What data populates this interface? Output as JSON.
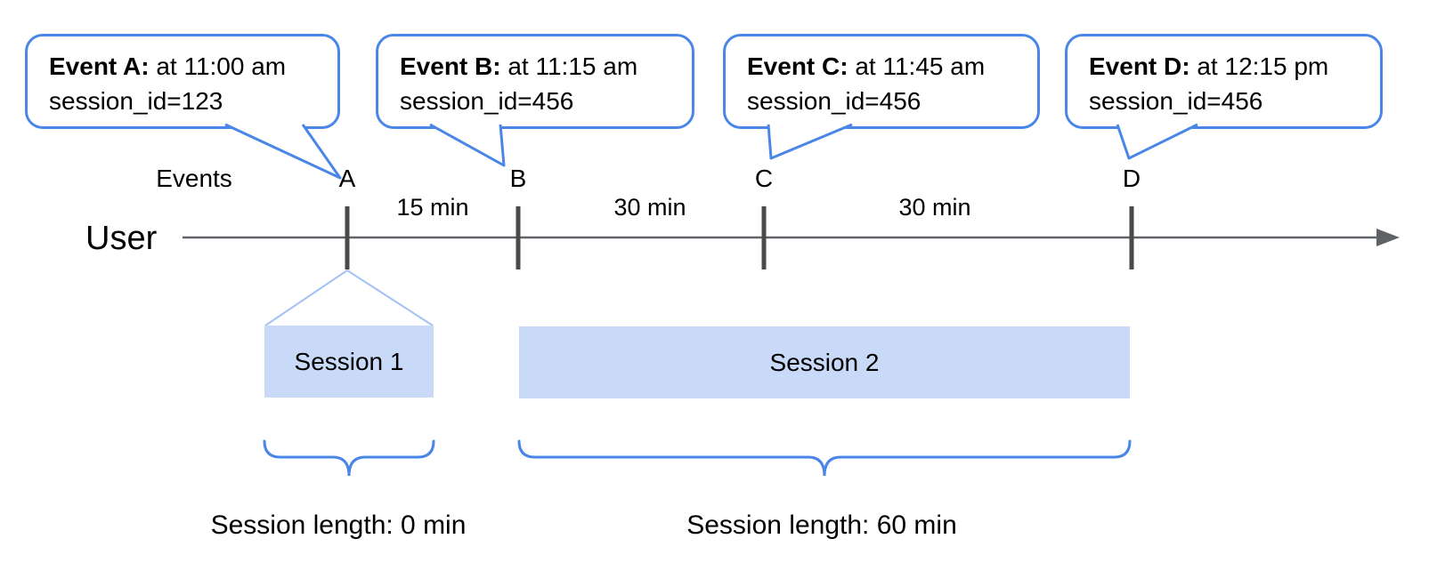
{
  "callouts": [
    {
      "title": "Event A:",
      "detail": "at 11:00 am",
      "session": "session_id=123"
    },
    {
      "title": "Event B:",
      "detail": "at 11:15 am",
      "session": "session_id=456"
    },
    {
      "title": "Event C:",
      "detail": "at 11:45 am",
      "session": "session_id=456"
    },
    {
      "title": "Event D:",
      "detail": "at 12:15 pm",
      "session": "session_id=456"
    }
  ],
  "timeline": {
    "axis_label": "User",
    "events_label": "Events",
    "event_markers": [
      "A",
      "B",
      "C",
      "D"
    ],
    "intervals": [
      "15 min",
      "30 min",
      "30 min"
    ]
  },
  "sessions": [
    {
      "label": "Session 1",
      "length": "Session length: 0 min"
    },
    {
      "label": "Session 2",
      "length": "Session length: 60 min"
    }
  ],
  "colors": {
    "callout_border": "#4a86e8",
    "session_fill": "#c9daf8",
    "brace": "#4a86e8",
    "funnel_line": "#a4c2f4",
    "axis_line": "#5f6368",
    "tick": "#4a4a4a",
    "text": "#000000"
  }
}
